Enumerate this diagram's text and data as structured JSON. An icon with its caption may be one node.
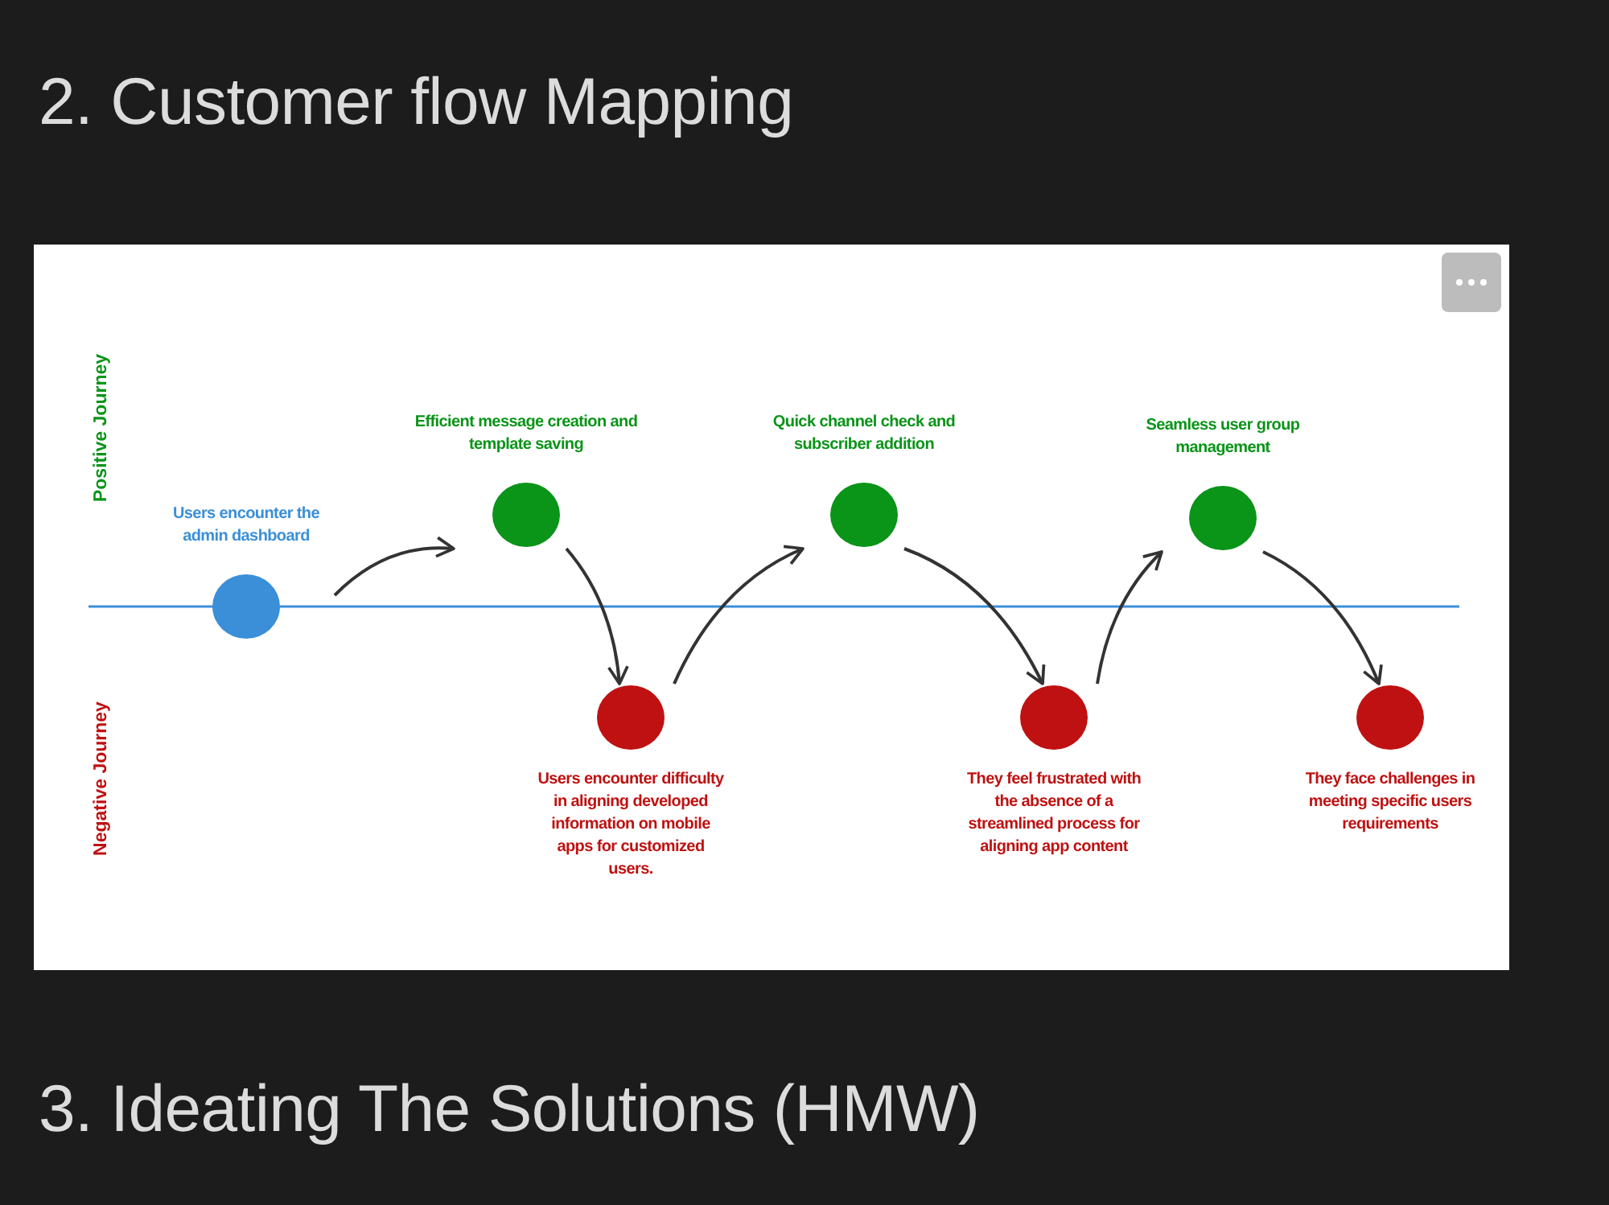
{
  "diagram": {
    "title": "2. Customer flow Mapping",
    "nodes": [
      {
        "text": [
          "Users encounter the admin dashboard"
        ]
      },
      {
        "text": [
          "Efficient message creation and template saving"
        ]
      },
      {
        "text": [
          "Users encounter difficulty in aligning developed information on mobile apps for customized users."
        ]
      },
      {
        "text": [
          "Quick channel check and subscriber addition"
        ]
      },
      {
        "text": [
          "They feel frustrated with the absence of a streamlined process for aligning app content"
        ]
      },
      {
        "text": [
          "Seamless user group management"
        ]
      },
      {
        "text": [
          "They face challenges in meeting specific users requirements"
        ]
      }
    ],
    "edges": [
      {
        "from": 0,
        "to": 1,
        "arrow": "to"
      },
      {
        "from": 1,
        "to": 2,
        "arrow": "to"
      },
      {
        "from": 2,
        "to": 3,
        "arrow": "to"
      },
      {
        "from": 3,
        "to": 4,
        "arrow": "to"
      },
      {
        "from": 4,
        "to": 5,
        "arrow": "to"
      },
      {
        "from": 5,
        "to": 6,
        "arrow": "to"
      }
    ],
    "labels": [
      "Positive Journey",
      "Negative Journey",
      "3. Ideating The Solutions (HMW)"
    ]
  }
}
